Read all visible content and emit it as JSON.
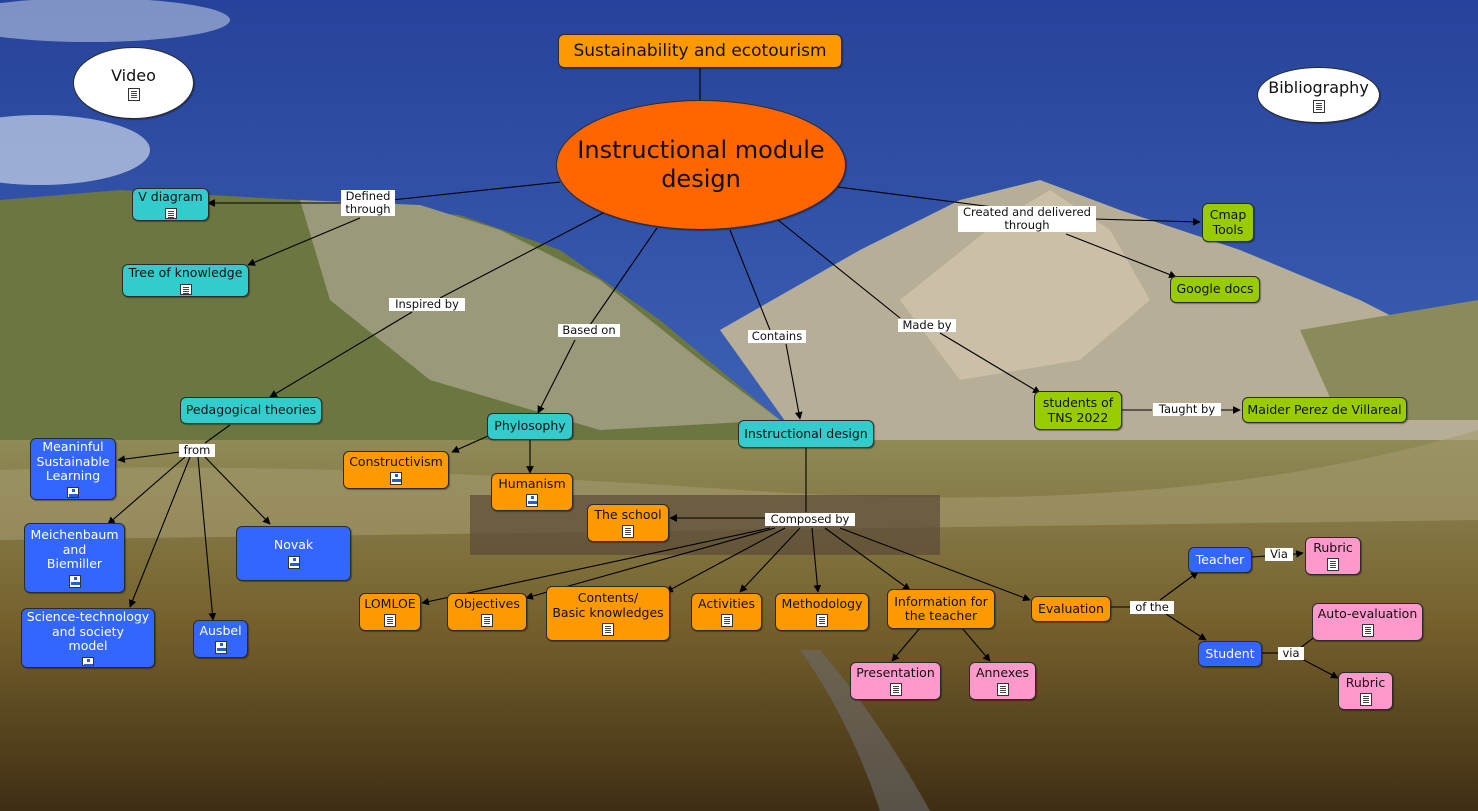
{
  "colors": {
    "orange": "#ff9900",
    "deep_orange": "#ff6600",
    "teal": "#33cccc",
    "green": "#99cc00",
    "blue": "#3366ff",
    "pink": "#ff99cc",
    "white": "#ffffff"
  },
  "nodes": {
    "sustainability": {
      "text": "Sustainability and ecotourism"
    },
    "video": {
      "text": "Video",
      "icon": "document-icon"
    },
    "bibliography": {
      "text": "Bibliography",
      "icon": "document-icon"
    },
    "instructional_module": {
      "text": "Instructional module\ndesign"
    },
    "v_diagram": {
      "text": "V diagram",
      "icon": "document-icon"
    },
    "tree_knowledge": {
      "text": "Tree of knowledge",
      "icon": "document-icon"
    },
    "cmap_tools": {
      "text": "Cmap\nTools"
    },
    "google_docs": {
      "text": "Google docs"
    },
    "pedagogical_theories": {
      "text": "Pedagogical theories"
    },
    "phylosophy": {
      "text": "Phylosophy"
    },
    "instructional_design": {
      "text": "Instructional design"
    },
    "students": {
      "text": "students of\nTNS 2022"
    },
    "maider": {
      "text": "Maider Perez de Villareal"
    },
    "meaninful": {
      "text": "Meaninful\nSustainable\nLearning",
      "icon": "concept-map-icon"
    },
    "constructivism": {
      "text": "Constructivism",
      "icon": "concept-map-icon"
    },
    "humanism": {
      "text": "Humanism",
      "icon": "concept-map-icon"
    },
    "meichenbaum": {
      "text": "Meichenbaum\nand\nBiemiller",
      "icon": "concept-map-icon"
    },
    "novak": {
      "text": "Novak",
      "icon": "concept-map-icon"
    },
    "science_tech": {
      "text": "Science-technology\nand society\nmodel",
      "icon": "concept-map-icon"
    },
    "ausbel": {
      "text": "Ausbel",
      "icon": "concept-map-icon"
    },
    "the_school": {
      "text": "The school",
      "icon": "document-icon"
    },
    "lomloe": {
      "text": "LOMLOE",
      "icon": "document-icon"
    },
    "objectives": {
      "text": "Objectives",
      "icon": "document-icon"
    },
    "contents": {
      "text": "Contents/\nBasic knowledges",
      "icon": "document-icon"
    },
    "activities": {
      "text": "Activities",
      "icon": "document-icon"
    },
    "methodology": {
      "text": "Methodology",
      "icon": "document-icon"
    },
    "info_teacher": {
      "text": "Information for\nthe teacher"
    },
    "evaluation": {
      "text": "Evaluation"
    },
    "presentation": {
      "text": "Presentation",
      "icon": "document-icon"
    },
    "annexes": {
      "text": "Annexes",
      "icon": "document-icon"
    },
    "teacher": {
      "text": "Teacher"
    },
    "student": {
      "text": "Student"
    },
    "rubric_teacher": {
      "text": "Rubric",
      "icon": "document-icon"
    },
    "auto_evaluation": {
      "text": "Auto-evaluation",
      "icon": "document-icon"
    },
    "rubric_student": {
      "text": "Rubric",
      "icon": "document-icon"
    }
  },
  "links": {
    "defined_through": "Defined\nthrough",
    "created_delivered": "Created and delivered\nthrough",
    "inspired_by": "Inspired by",
    "based_on": "Based on",
    "contains": "Contains",
    "made_by": "Made by",
    "taught_by": "Taught by",
    "from": "from",
    "composed_by": "Composed by",
    "of_the": "of the",
    "via_teacher": "Via",
    "via_student": "via"
  }
}
